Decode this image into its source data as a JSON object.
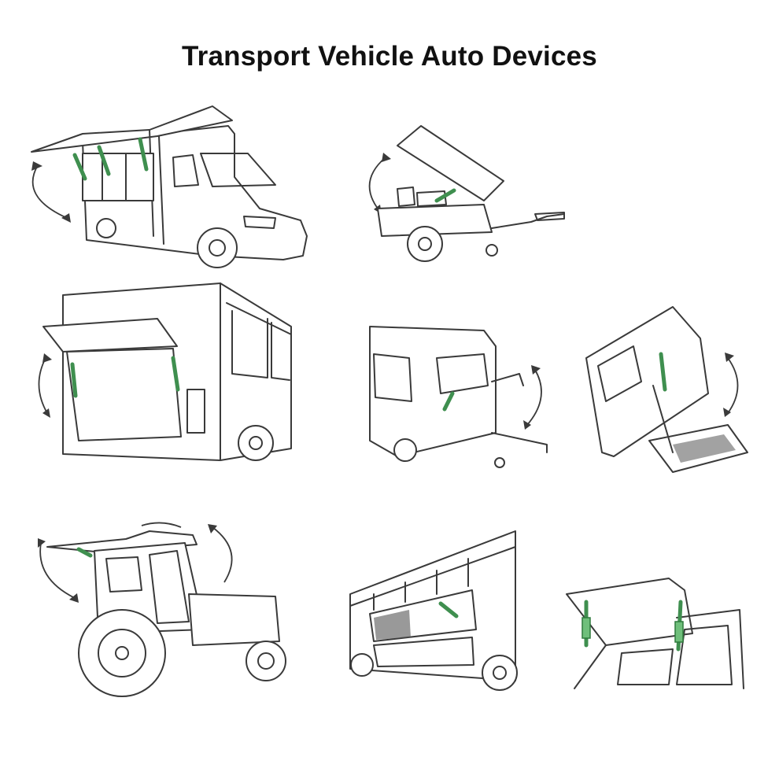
{
  "title": "Transport Vehicle Auto Devices",
  "colors": {
    "strut": "#6fbf7b",
    "line": "#3a3a3a"
  },
  "illustrations": [
    "food-truck",
    "utility-trailer",
    "bus-rear",
    "caravan",
    "van-side-door",
    "tractor",
    "coach-luggage-bay",
    "car-tailgate"
  ]
}
